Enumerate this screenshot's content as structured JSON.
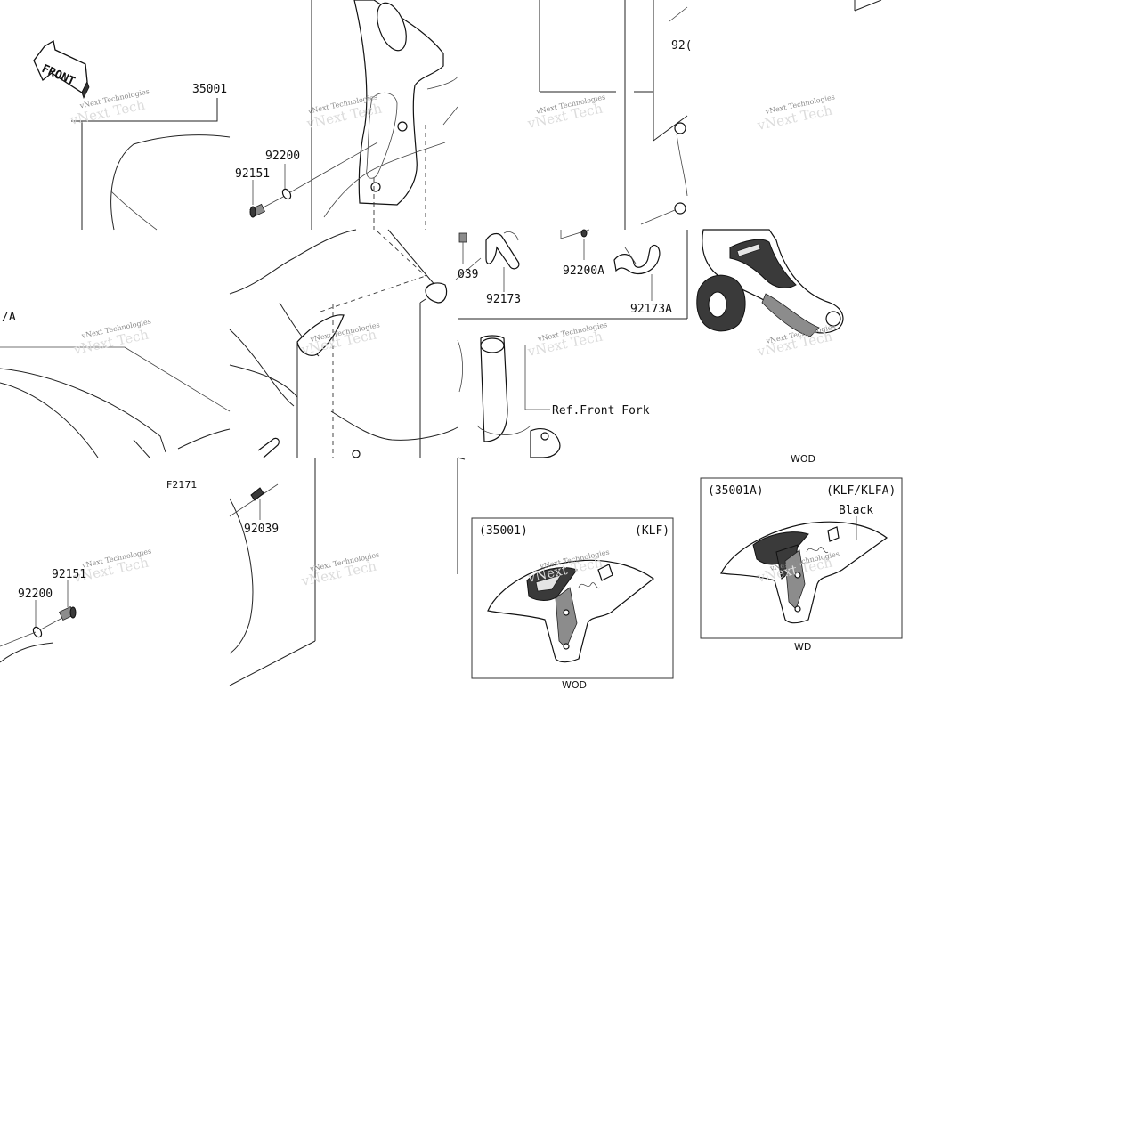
{
  "diagram": {
    "front_arrow": "FRONT",
    "figure_code": "F2171",
    "watermark": "vNext Technologies",
    "part_labels": {
      "p35001": "35001",
      "p92200_top": "92200",
      "p92151_top": "92151",
      "p92200_bottom": "92200",
      "p92151_bottom": "92151",
      "p92039": "92039",
      "p039_partial": "039",
      "p92173": "92173",
      "p92200A": "92200A",
      "p92173A": "92173A",
      "p920_partial": "92(",
      "p_a_partial": "/A",
      "ref_front_fork": "Ref.Front Fork"
    },
    "variant_klf": {
      "part": "(35001)",
      "model": "(KLF)",
      "caption": "WOD"
    },
    "variant_klfa": {
      "part": "(35001A)",
      "model": "(KLF/KLFA)",
      "color": "Black",
      "caption": "WD"
    },
    "partial_caption": "WOD"
  },
  "colors": {
    "line": "#222222",
    "watermark": "#8a8a8a",
    "background": "#ffffff"
  }
}
